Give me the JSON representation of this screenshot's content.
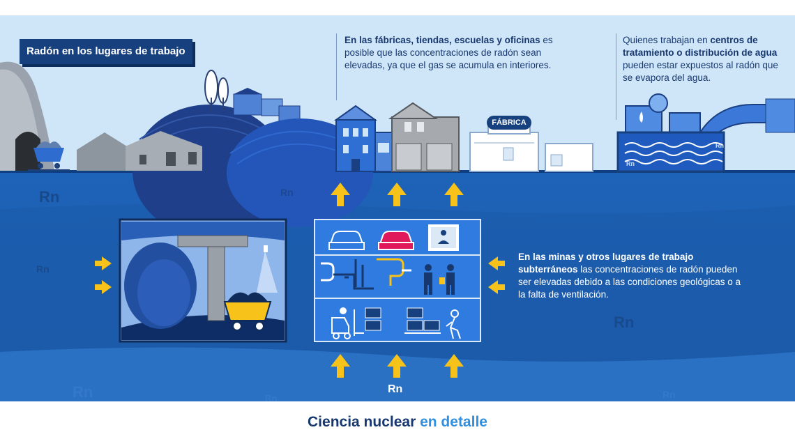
{
  "header": {
    "title": "Radón en los lugares de trabajo"
  },
  "colors": {
    "sky": "#cfe5f8",
    "ground": "#1f5aa8",
    "arrow": "#f7c21a",
    "dark_blue": "#17386e",
    "accent_blue": "#2f8fe0"
  },
  "callouts": {
    "buildings": {
      "bold": "En las fábricas, tiendas, escuelas y oficinas",
      "text": "es posible que las concentraciones de radón sean elevadas, ya que el gas se acumula en interiores."
    },
    "water": {
      "pre": "Quienes trabajan en ",
      "bold": "centros de tratamiento o distribución de agua",
      "post": " pueden estar expuestos al radón que se evapora del agua."
    },
    "mines": {
      "bold": "En las minas y otros lugares de trabajo subterráneos",
      "text": " las concentraciones de radón pueden ser elevadas debido a las condiciones geológicas o a la falta de ventilación."
    }
  },
  "labels": {
    "factory_sign": "FÁBRICA",
    "radon_source": "Rn",
    "radon_symbol": "Rn"
  },
  "icons": [
    "mine-cart-icon",
    "tunnel-icon",
    "lamp-icon",
    "car-icon",
    "monitor-icon",
    "pipes-icon",
    "worker-icon",
    "forklift-icon",
    "boxes-icon",
    "water-tank-icon",
    "house-icon",
    "factory-icon",
    "arrow-up-icon",
    "arrow-right-icon",
    "arrow-left-icon"
  ],
  "footer": {
    "main": "Ciencia nuclear",
    "highlight": "en detalle"
  }
}
